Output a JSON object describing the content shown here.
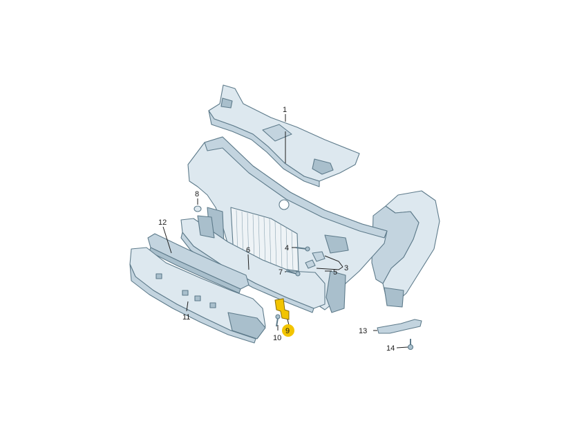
{
  "diagram": {
    "callouts": [
      {
        "id": "1",
        "label": "1"
      },
      {
        "id": "3",
        "label": "3"
      },
      {
        "id": "4",
        "label": "4"
      },
      {
        "id": "5",
        "label": "5"
      },
      {
        "id": "6",
        "label": "6"
      },
      {
        "id": "7",
        "label": "7"
      },
      {
        "id": "8",
        "label": "8"
      },
      {
        "id": "9",
        "label": "9"
      },
      {
        "id": "10",
        "label": "10"
      },
      {
        "id": "11",
        "label": "11"
      },
      {
        "id": "12",
        "label": "12"
      },
      {
        "id": "13",
        "label": "13"
      },
      {
        "id": "14",
        "label": "14"
      }
    ],
    "highlight_color": "#f2c400",
    "part_color": "#c3d4df"
  }
}
